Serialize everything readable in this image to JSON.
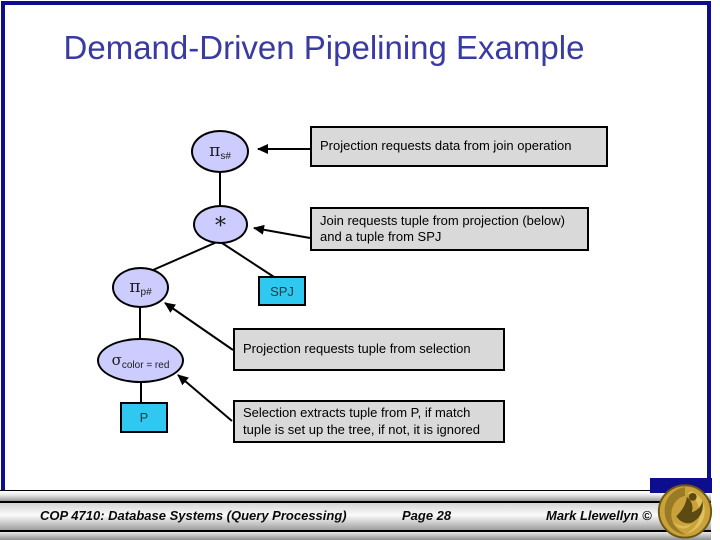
{
  "title": "Demand-Driven Pipelining Example",
  "colors": {
    "accent_blue": "#3a3aa5",
    "border_navy": "#0d0d8f",
    "node_fill": "#ccccff",
    "leaf_fill": "#2fc8f0",
    "note_fill": "#d9d9d9",
    "logo_gold": "#c9a23a"
  },
  "diagram": {
    "nodes": [
      {
        "id": "pi-s",
        "symbol": "π",
        "subscript": "s#"
      },
      {
        "id": "join",
        "symbol": "*",
        "subscript": ""
      },
      {
        "id": "pi-p",
        "symbol": "π",
        "subscript": "p#"
      },
      {
        "id": "spj",
        "label": "SPJ"
      },
      {
        "id": "sigma",
        "symbol": "σ",
        "subscript": "color = red"
      },
      {
        "id": "p",
        "label": "P"
      }
    ],
    "notes": [
      {
        "text": "Projection requests data from join operation"
      },
      {
        "text": "Join requests tuple from projection (below) and a tuple from SPJ"
      },
      {
        "text": "Projection requests tuple from selection"
      },
      {
        "text": "Selection extracts tuple from P, if match tuple is set up the tree, if not, it is ignored"
      }
    ]
  },
  "footer": {
    "course": "COP 4710: Database Systems (Query Processing)",
    "page": "Page 28",
    "author": "Mark Llewellyn ©",
    "logo": "ucf-pegasus-logo"
  }
}
